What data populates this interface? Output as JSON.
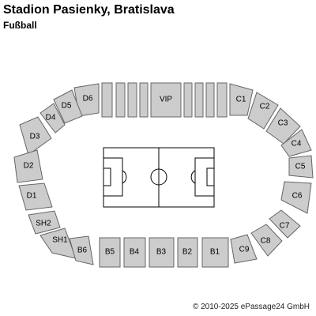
{
  "header": {
    "title": "Stadion Pasienky, Bratislava",
    "subtitle": "Fußball"
  },
  "footer": {
    "copyright": "© 2010-2025 ePassage24 GmbH"
  },
  "colors": {
    "block_fill": "#cccccc",
    "block_stroke": "#666666",
    "pitch_fill": "#ffffff",
    "pitch_lines": "#000000"
  },
  "sections": {
    "vip": "VIP",
    "d6": "D6",
    "d5": "D5",
    "d4": "D4",
    "d3": "D3",
    "d2": "D2",
    "d1": "D1",
    "sh2": "SH2",
    "sh1": "SH1",
    "b6": "B6",
    "b5": "B5",
    "b4": "B4",
    "b3": "B3",
    "b2": "B2",
    "b1": "B1",
    "c1": "C1",
    "c2": "C2",
    "c3": "C3",
    "c4": "C4",
    "c5": "C5",
    "c6": "C6",
    "c7": "C7",
    "c8": "C8",
    "c9": "C9"
  }
}
